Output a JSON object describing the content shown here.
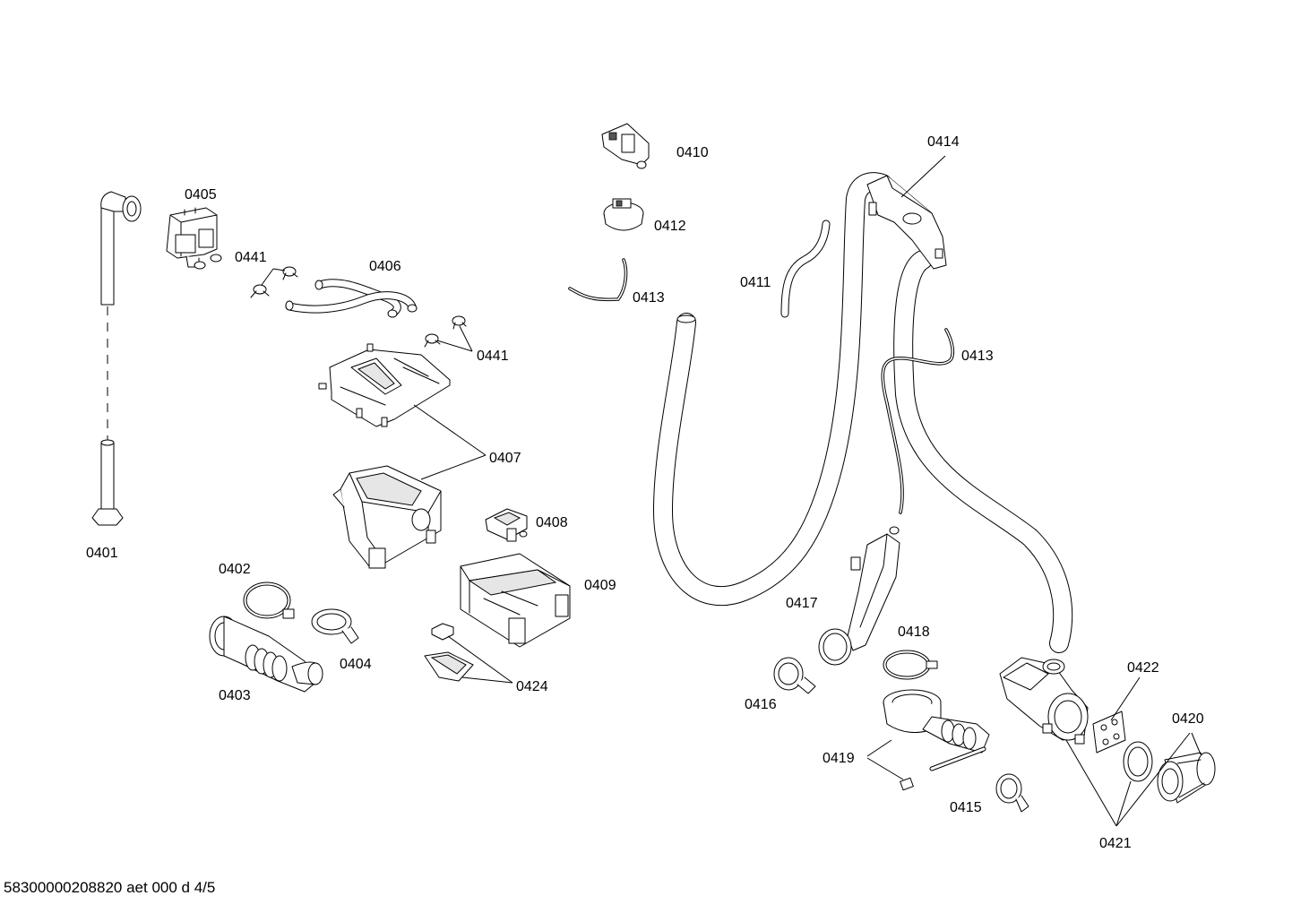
{
  "labels": {
    "p0401": "0401",
    "p0402": "0402",
    "p0403": "0403",
    "p0404": "0404",
    "p0405": "0405",
    "p0406": "0406",
    "p0407": "0407",
    "p0408": "0408",
    "p0409": "0409",
    "p0410": "0410",
    "p0411": "0411",
    "p0412": "0412",
    "p0413a": "0413",
    "p0413b": "0413",
    "p0414": "0414",
    "p0415": "0415",
    "p0416": "0416",
    "p0417": "0417",
    "p0418": "0418",
    "p0419": "0419",
    "p0420": "0420",
    "p0421": "0421",
    "p0422": "0422",
    "p0424": "0424",
    "p0441a": "0441",
    "p0441b": "0441"
  },
  "footer": {
    "document_id": "58300000208820 aet 000 d 4/5"
  },
  "colors": {
    "line": "#000000",
    "background": "#ffffff",
    "shade": "#e6e6e6"
  }
}
